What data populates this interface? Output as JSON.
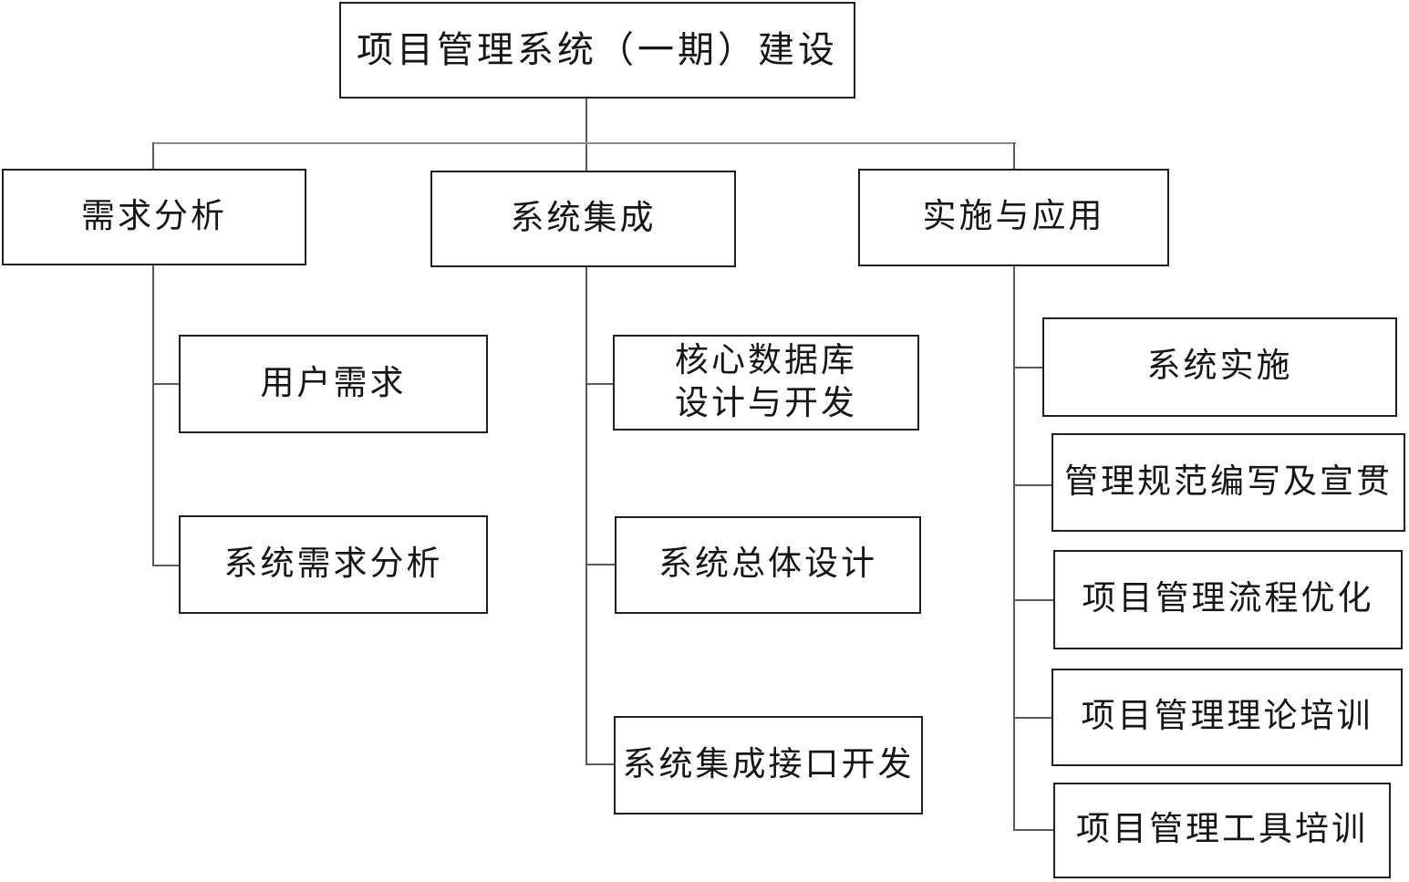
{
  "diagram": {
    "type": "tree",
    "title": "项目管理系统（一期）建设",
    "branches": [
      {
        "label": "需求分析",
        "children": [
          {
            "label": "用户需求"
          },
          {
            "label": "系统需求分析"
          }
        ]
      },
      {
        "label": "系统集成",
        "children": [
          {
            "label": "核心数据库\n设计与开发"
          },
          {
            "label": "系统总体设计"
          },
          {
            "label": "系统集成接口开发"
          }
        ]
      },
      {
        "label": "实施与应用",
        "children": [
          {
            "label": "系统实施"
          },
          {
            "label": "管理规范编写及宣贯"
          },
          {
            "label": "项目管理流程优化"
          },
          {
            "label": "项目管理理论培训"
          },
          {
            "label": "项目管理工具培训"
          }
        ]
      }
    ],
    "colors": {
      "background": "#ffffff",
      "box_border": "#1f1f1f",
      "connector": "#5a5a5a",
      "text": "#161616"
    }
  }
}
